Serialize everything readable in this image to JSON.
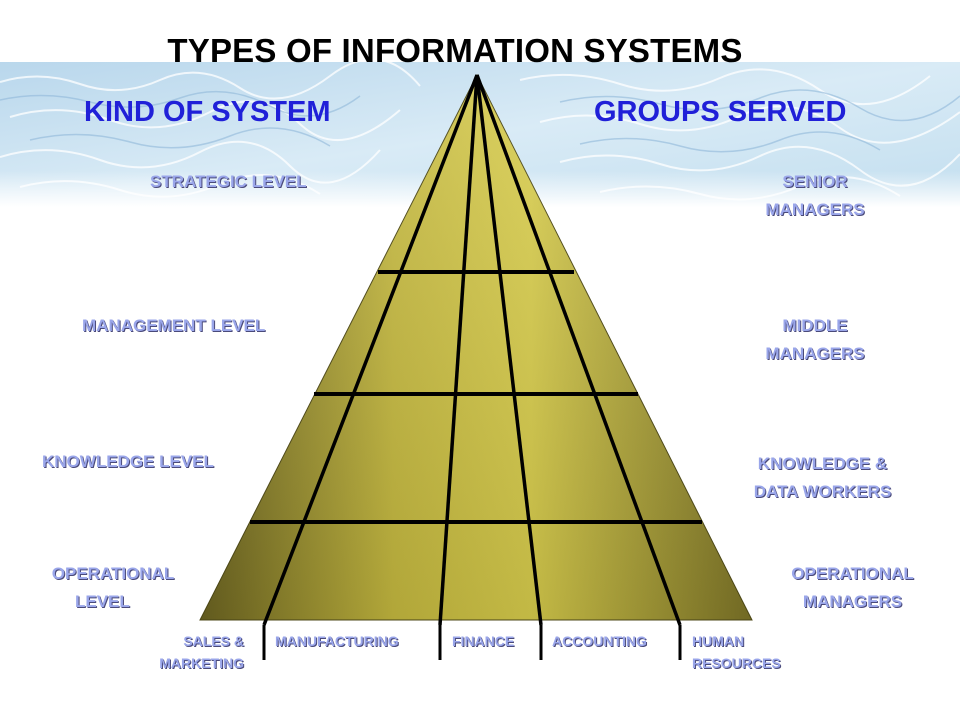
{
  "title": "TYPES OF INFORMATION SYSTEMS",
  "headers": {
    "kind_of_system": "KIND OF SYSTEM",
    "groups_served": "GROUPS SERVED"
  },
  "levels": [
    {
      "kind": "STRATEGIC LEVEL",
      "group_line1": "SENIOR",
      "group_line2": "MANAGERS"
    },
    {
      "kind": "MANAGEMENT  LEVEL",
      "group_line1": "MIDDLE",
      "group_line2": "MANAGERS"
    },
    {
      "kind": "KNOWLEDGE  LEVEL",
      "group_line1": "KNOWLEDGE &",
      "group_line2": "DATA WORKERS"
    },
    {
      "kind_line1": "OPERATIONAL",
      "kind_line2": "LEVEL",
      "group_line1": "OPERATIONAL",
      "group_line2": "MANAGERS"
    }
  ],
  "departments": {
    "sales_line1": "SALES &",
    "sales_line2": "MARKETING",
    "manufacturing": "MANUFACTURING",
    "finance": "FINANCE",
    "accounting": "ACCOUNTING",
    "hr_line1": "HUMAN",
    "hr_line2": "RESOURCES"
  },
  "colors": {
    "title": "#000000",
    "headers": "#2020d8",
    "labels": "#9aa6ea",
    "pyramid_light": "#d4c948",
    "pyramid_dark": "#6b6321",
    "lines": "#000000"
  }
}
